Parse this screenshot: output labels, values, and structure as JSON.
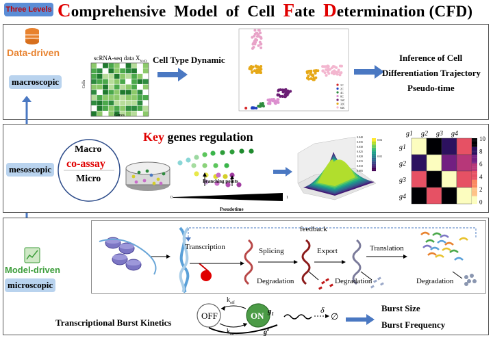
{
  "header": {
    "badge": "Three Levels",
    "title_parts": [
      {
        "t": "C",
        "red": true
      },
      {
        "t": "omprehensive  Model  of  Cell  ",
        "red": false
      },
      {
        "t": "F",
        "red": true
      },
      {
        "t": "ate  ",
        "red": false
      },
      {
        "t": "D",
        "red": true
      },
      {
        "t": "etermination (CFD)",
        "red": false
      }
    ]
  },
  "panel1": {
    "data_driven": "Data-driven",
    "level": "macroscopic",
    "matrix_title": "scRNA-seq data  X",
    "matrix_sub": "N×D",
    "cells_label": "Cells",
    "genes_label": "Genes",
    "dynamic": "Cell Type Dynamic",
    "inference": [
      "Inference of Cell",
      "Differentiation Trajectory",
      "Pseudo-time"
    ],
    "legend": [
      "1C",
      "2C",
      "4C",
      "8C",
      "16C",
      "32C",
      "64C"
    ]
  },
  "panel2": {
    "level": "mesoscopic",
    "macro": "Macro",
    "coassay": "co-assay",
    "micro": "Micro",
    "key": "Key",
    "key_rest": " genes  regulation",
    "branching": "Branching points",
    "pseudotime": "Pseudotime",
    "pt_start": "0",
    "pt_end": "1",
    "heatmap_cols": [
      "g1",
      "g2",
      "g3",
      "g4"
    ],
    "heatmap_rows": [
      "g1",
      "g2",
      "g3",
      "g4"
    ],
    "colorbar_ticks": [
      "10",
      "8",
      "6",
      "4",
      "2",
      "0"
    ]
  },
  "panel3": {
    "model_driven": "Model-driven",
    "level": "microscopic",
    "feedback": "feedback",
    "transcription": "Transcription",
    "splicing": "Splicing",
    "export": "Export",
    "translation": "Translation",
    "degradation": "Degradation",
    "kinetics": "Transcriptional Burst Kinetics",
    "off": "OFF",
    "on": "ON",
    "koff": "k",
    "koff_sub": "off",
    "kon": "k",
    "kon_sub": "on",
    "g1": "g",
    "g1_sub": "1",
    "g0": "g",
    "g0_sup": "0",
    "delta": "δ",
    "empty": "∅",
    "burst_size": "Burst Size",
    "burst_freq": "Burst Frequency"
  },
  "colors": {
    "accent_red": "#e00000",
    "pill_blue": "#b9d3ee",
    "arrow_blue": "#4a78c2",
    "orange": "#e8822e",
    "green": "#3c9d3a"
  }
}
